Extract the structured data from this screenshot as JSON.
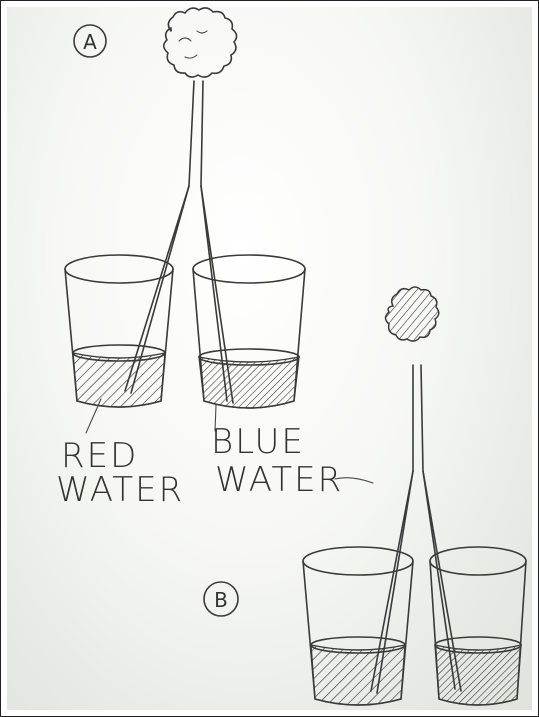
{
  "labels": {
    "diagram_a": "A",
    "diagram_b": "B",
    "red_water_line1": "RED",
    "red_water_line2": "WATER",
    "blue_water_line1": "BLUE",
    "blue_water_line2": "WATER"
  },
  "colors": {
    "ink": "#3a3a3a",
    "paper": "#f4f6f1"
  },
  "icons": {
    "flower_a": "carnation-flower-icon",
    "flower_b": "dyed-carnation-flower-icon",
    "glass": "drinking-glass-icon"
  }
}
